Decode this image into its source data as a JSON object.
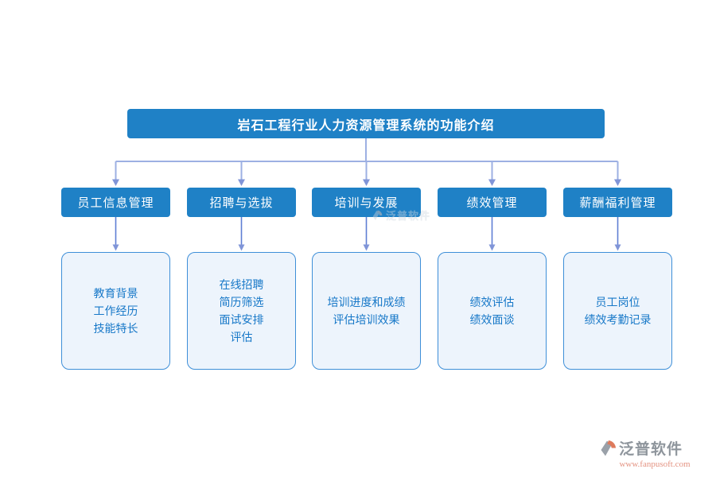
{
  "title": "岩石工程行业人力资源管理系统的功能介绍",
  "columns": [
    {
      "label": "员工信息管理",
      "details": [
        "教育背景",
        "工作经历",
        "技能特长"
      ]
    },
    {
      "label": "招聘与选拔",
      "details": [
        "在线招聘",
        "简历筛选",
        "面试安排",
        "评估"
      ]
    },
    {
      "label": "培训与发展",
      "details": [
        "培训进度和成绩",
        "评估培训效果"
      ]
    },
    {
      "label": "绩效管理",
      "details": [
        "绩效评估",
        "绩效面谈"
      ]
    },
    {
      "label": "薪酬福利管理",
      "details": [
        "员工岗位",
        "绩效考勤记录"
      ]
    }
  ],
  "watermark": {
    "text": "泛普软件"
  },
  "branding": {
    "logo_text": "泛普软件",
    "website": "www.fanpusoft.com",
    "logo_icon": "fanpu-logo-icon"
  },
  "colors": {
    "node_blue": "#1F81C6",
    "detail_fill": "#EDF4FC",
    "detail_border": "#3E8FD8",
    "detail_text": "#1778C8",
    "connector_light": "#9DB0E3",
    "connector_dark": "#5F7FD4",
    "arrow": "#8095D8",
    "logo_gray": "#8E959C",
    "logo_orange": "#E49382",
    "background": "#FFFFFF"
  }
}
